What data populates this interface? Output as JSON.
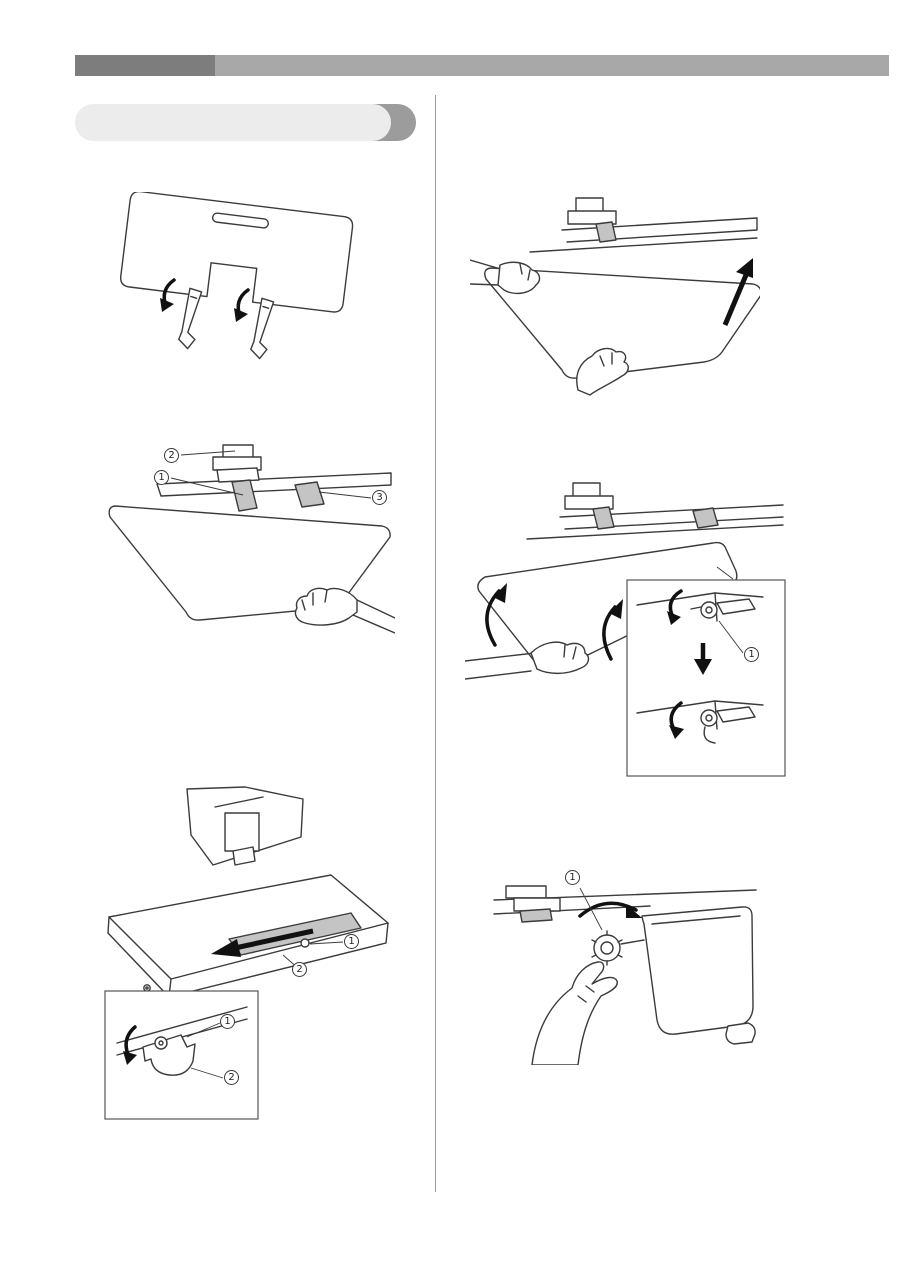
{
  "document": {
    "type": "instruction-manual-page",
    "background": "#ffffff"
  },
  "header": {
    "bar_color": "#a8a8a8",
    "accent_color": "#7d7d7d"
  },
  "section_pill": {
    "fill": "#ececec",
    "accent": "#9c9c9c"
  },
  "figures": {
    "wide_table_with_legs": {},
    "insert_wide_table": {
      "callout_guide": "2",
      "callout_tab": "1",
      "callout_rail": "3"
    },
    "slide_table_mount": {
      "callout_screw": "1",
      "callout_bracket": "2",
      "inset": {
        "callout_knob": "1",
        "callout_hook": "2"
      }
    },
    "slide_table_out": {},
    "lift_table": {
      "inset": {
        "callout_knob": "1"
      }
    },
    "tighten_knob": {
      "callout_knob": "1"
    }
  }
}
